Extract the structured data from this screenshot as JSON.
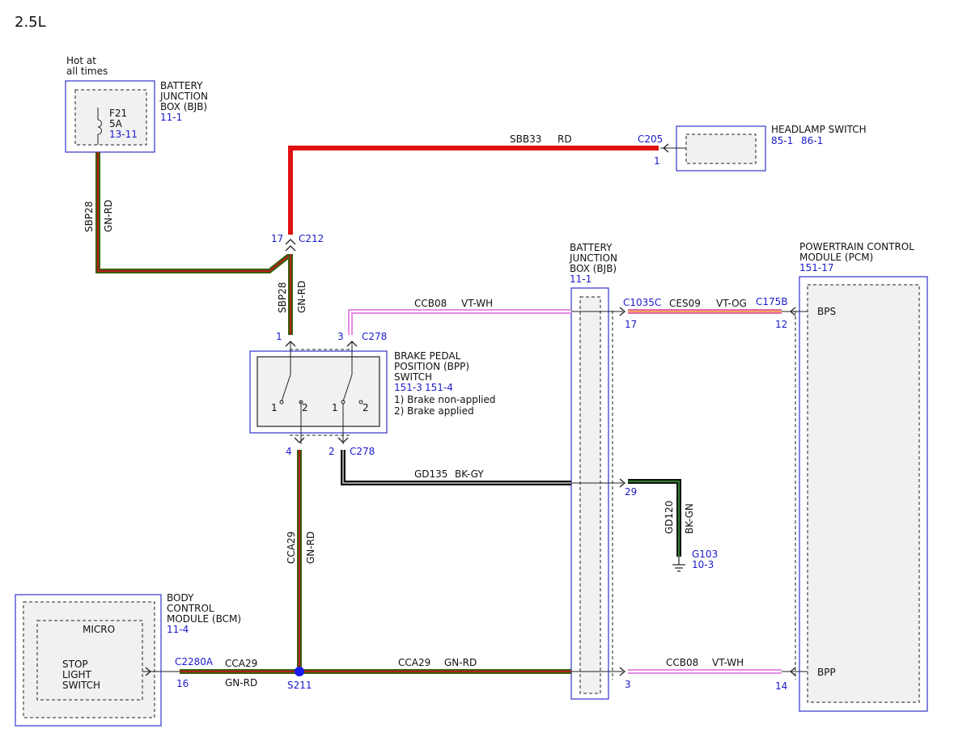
{
  "page": {
    "title": "2.5L"
  },
  "components": {
    "bjb_top": {
      "hot_line1": "Hot at",
      "hot_line2": "all times",
      "name1": "BATTERY",
      "name2": "JUNCTION",
      "name3": "BOX (BJB)",
      "ref": "11-1",
      "fuse": "F21",
      "rating": "5A",
      "fuse_ref": "13-11"
    },
    "headlamp": {
      "name": "HEADLAMP SWITCH",
      "ref1": "85-1",
      "ref2": "86-1"
    },
    "bpp": {
      "name1": "BRAKE PEDAL",
      "name2": "POSITION (BPP)",
      "name3": "SWITCH",
      "ref1": "151-3",
      "ref2": "151-4",
      "note1": "1) Brake non-applied",
      "note2": "2) Brake applied",
      "pos1": "1",
      "pos2": "2"
    },
    "bjb_mid": {
      "name1": "BATTERY",
      "name2": "JUNCTION",
      "name3": "BOX (BJB)",
      "ref": "11-1"
    },
    "pcm": {
      "name1": "POWERTRAIN CONTROL",
      "name2": "MODULE (PCM)",
      "ref": "151-17",
      "pin_bps": "BPS",
      "pin_bpp": "BPP"
    },
    "bcm": {
      "name1": "BODY",
      "name2": "CONTROL",
      "name3": "MODULE (BCM)",
      "ref": "11-4",
      "micro": "MICRO",
      "sw1": "STOP",
      "sw2": "LIGHT",
      "sw3": "SWITCH"
    },
    "ground": {
      "name": "G103",
      "ref": "10-3"
    }
  },
  "connectors": {
    "c205": {
      "name": "C205",
      "pin": "1"
    },
    "c212": {
      "name": "C212",
      "pin": "17"
    },
    "c278_top": {
      "name": "C278",
      "pin_a": "1",
      "pin_b": "3"
    },
    "c278_bot": {
      "name": "C278",
      "pin_a": "4",
      "pin_b": "2"
    },
    "c1035c": {
      "name": "C1035C",
      "pin_a": "17",
      "pin_b": "29",
      "pin_c": "3"
    },
    "c175b": {
      "name": "C175B",
      "pin_a": "12",
      "pin_b": "14"
    },
    "c2280a": {
      "name": "C2280A",
      "pin": "16"
    },
    "s211": {
      "name": "S211"
    }
  },
  "wires": {
    "sbp28_upper": {
      "circuit": "SBP28",
      "color": "GN-RD"
    },
    "sbp28_lower": {
      "circuit": "SBP28",
      "color": "GN-RD"
    },
    "sbb33": {
      "circuit": "SBB33",
      "color": "RD"
    },
    "ccb08_top": {
      "circuit": "CCB08",
      "color": "VT-WH"
    },
    "ces09": {
      "circuit": "CES09",
      "color": "VT-OG"
    },
    "gd135": {
      "circuit": "GD135",
      "color": "BK-GY"
    },
    "gd120": {
      "circuit": "GD120",
      "color": "BK-GN"
    },
    "cca29_vert": {
      "circuit": "CCA29",
      "color": "GN-RD"
    },
    "cca29_bcm": {
      "circuit": "CCA29",
      "color": "GN-RD"
    },
    "cca29_main": {
      "circuit": "CCA29",
      "color": "GN-RD"
    },
    "ccb08_bot": {
      "circuit": "CCB08",
      "color": "VT-WH"
    }
  },
  "colors": {
    "gn_rd_main": "#3a5e0a",
    "gn_rd_stripe": "#b71c1c",
    "red": "#e01010",
    "vt_wh_main": "#e58ce5",
    "vt_wh_stripe": "#ffffff",
    "vt_og_main": "#e06aa6",
    "vt_og_stripe": "#f5a25a",
    "bk_gy_main": "#111111",
    "bk_gy_stripe": "#9a9a9a",
    "bk_gn_main": "#111111",
    "bk_gn_stripe": "#2e7d2e",
    "splice": "#1a1aee"
  }
}
